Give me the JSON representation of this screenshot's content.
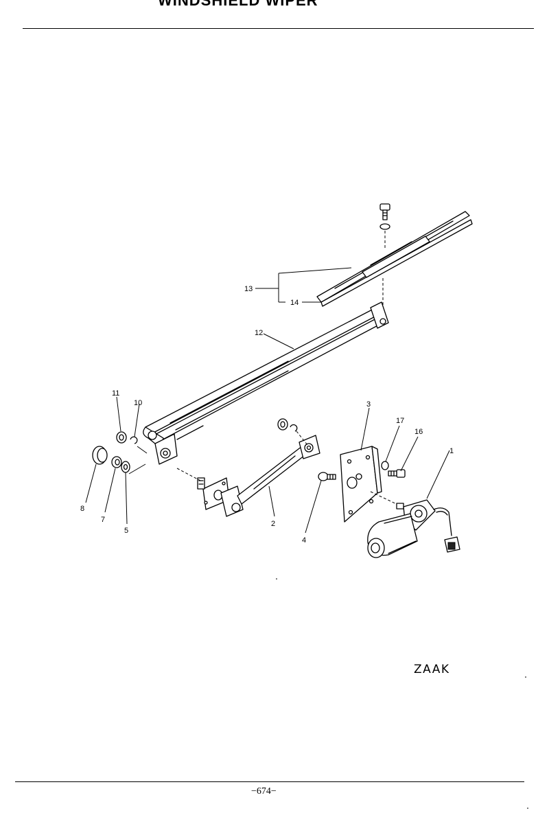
{
  "header": {
    "title": "WINDSHIELD WIPER"
  },
  "diagram": {
    "callouts": [
      {
        "id": "1",
        "label": "1"
      },
      {
        "id": "2",
        "label": "2"
      },
      {
        "id": "3",
        "label": "3"
      },
      {
        "id": "4",
        "label": "4"
      },
      {
        "id": "5",
        "label": "5"
      },
      {
        "id": "7",
        "label": "7"
      },
      {
        "id": "8",
        "label": "8"
      },
      {
        "id": "10",
        "label": "10"
      },
      {
        "id": "11",
        "label": "11"
      },
      {
        "id": "12",
        "label": "12"
      },
      {
        "id": "13",
        "label": "13"
      },
      {
        "id": "14",
        "label": "14"
      },
      {
        "id": "16",
        "label": "16"
      },
      {
        "id": "17",
        "label": "17"
      }
    ]
  },
  "footer": {
    "model_code": "ZAAK",
    "page_number": "−674−"
  }
}
